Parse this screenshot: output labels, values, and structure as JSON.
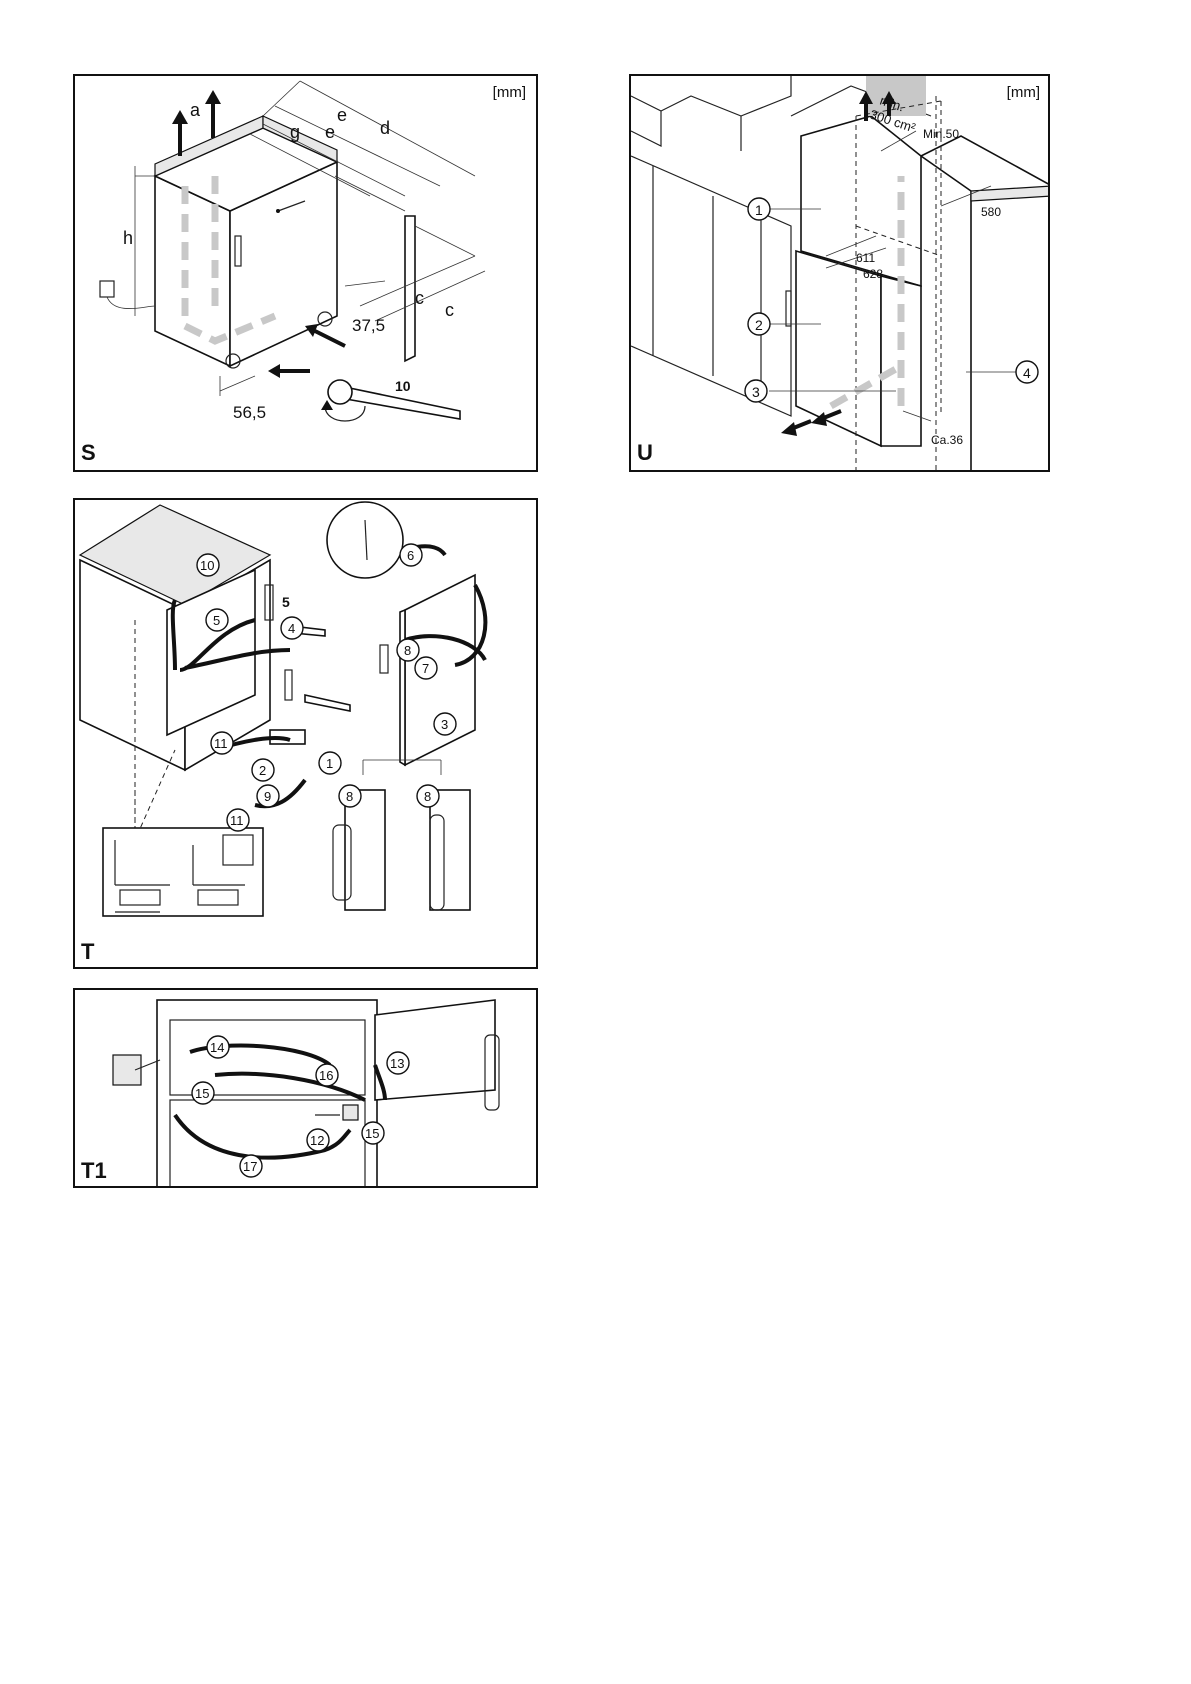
{
  "panels": {
    "S": {
      "label": "S",
      "unit": "[mm]",
      "dims": {
        "a": "a",
        "g": "g",
        "e1": "e",
        "e2": "e",
        "d": "d",
        "h": "h",
        "c1": "c",
        "c2": "c",
        "v375": "37,5",
        "v565": "56,5",
        "wrench": "10"
      }
    },
    "U": {
      "label": "U",
      "unit": "[mm]",
      "vent": "min.\n300 cm²",
      "vent_l1": "min.",
      "vent_l2": "300 cm²",
      "dims": {
        "min50": "Min.50",
        "d580": "580",
        "d611": "611",
        "d628": "628",
        "ca36": "Ca.36"
      },
      "callouts": [
        "1",
        "2",
        "3",
        "4"
      ]
    },
    "T": {
      "label": "T",
      "wrench": "5",
      "callouts": [
        "10",
        "5",
        "4",
        "11",
        "2",
        "1",
        "9",
        "6",
        "8",
        "7",
        "3",
        "8",
        "8",
        "11"
      ]
    },
    "T1": {
      "label": "T1",
      "callouts": [
        "14",
        "15",
        "16",
        "13",
        "12",
        "15",
        "17"
      ]
    }
  }
}
